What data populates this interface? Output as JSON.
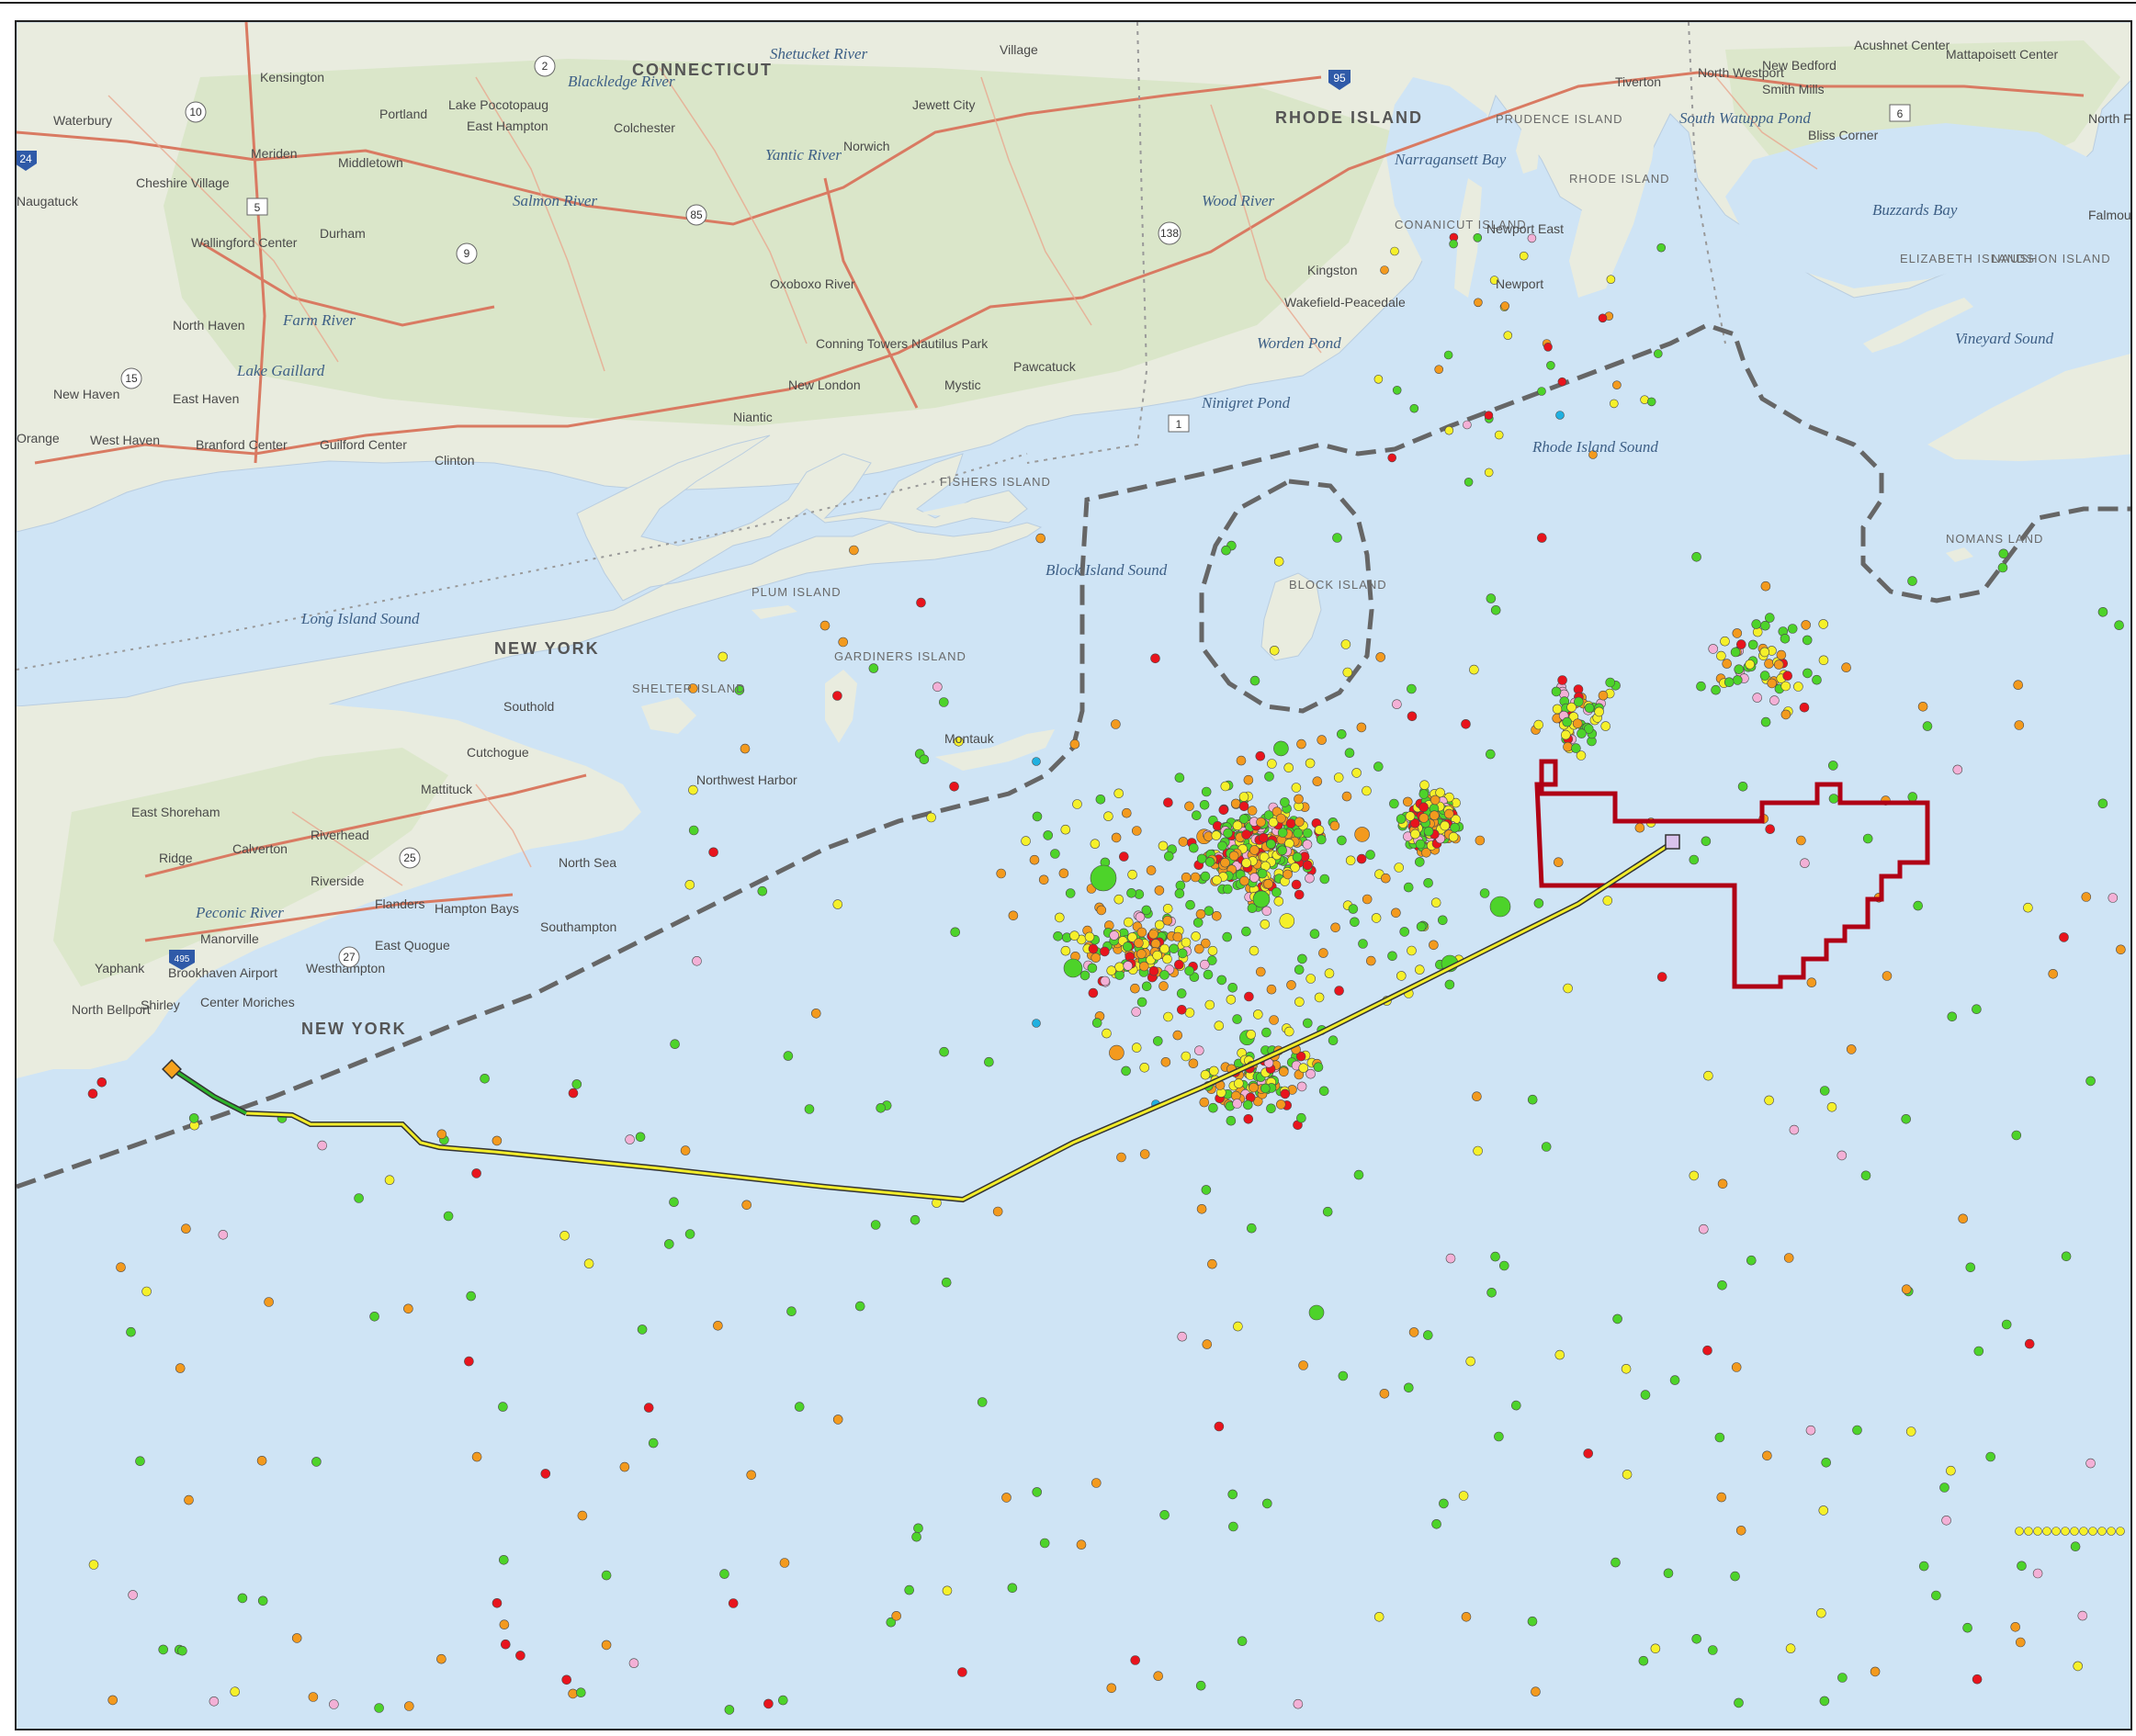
{
  "colors": {
    "water": "#cfe4f5",
    "land": "#e9ecdf",
    "land_green": "#d6e5c3",
    "road": "#d97a62",
    "boundary": "#666666",
    "lease_outline": "#b00015",
    "cable_yellow": "#f2ec2a",
    "cable_green": "#2db32b",
    "point_green": "#4dd32a",
    "point_yellow": "#f5f02a",
    "point_orange": "#f39a1e",
    "point_red": "#e8141d",
    "point_pink": "#f3b0d6",
    "point_cyan": "#20b0e0",
    "landing_marker": "#f6a21e",
    "substation_marker": "#d9c2ec"
  },
  "states": [
    "CONNECTICUT",
    "RHODE ISLAND",
    "NEW YORK",
    "NEW YORK"
  ],
  "water_labels": [
    "Long Island Sound",
    "Block Island Sound",
    "Rhode Island Sound",
    "Buzzards Bay",
    "Vineyard Sound",
    "Narragansett Bay",
    "Worden Pond",
    "Ninigret Pond",
    "Lake Gaillard",
    "South Watuppa Pond"
  ],
  "islands": [
    "FISHERS ISLAND",
    "PLUM ISLAND",
    "GARDINERS ISLAND",
    "SHELTER ISLAND",
    "BLOCK ISLAND",
    "PRUDENCE ISLAND",
    "CONANICUT ISLAND",
    "RHODE ISLAND",
    "ELIZABETH ISLANDS",
    "NAUSHON ISLAND",
    "NOMANS LAND"
  ],
  "towns": [
    "Waterbury",
    "Meriden",
    "Middletown",
    "Portland",
    "Lake Pocotopaug",
    "East Hampton",
    "Colchester",
    "Jewett City",
    "Norwich",
    "Naugatuck",
    "Cheshire Village",
    "Wallingford Center",
    "Durham",
    "Oxoboxo River",
    "North Haven",
    "New Haven",
    "East Haven",
    "West Haven",
    "Orange",
    "Branford Center",
    "Guilford Center",
    "Clinton",
    "Niantic",
    "New London",
    "Conning Towers Nautilus Park",
    "Mystic",
    "Pawcatuck",
    "Kingston",
    "Wakefield-Peacedale",
    "Newport East",
    "Newport",
    "Tiverton",
    "North Westport",
    "New Bedford",
    "Smith Mills",
    "Acushnet Center",
    "Mattapoisett Center",
    "Bliss Corner",
    "Southold",
    "Cutchogue",
    "Mattituck",
    "Northwest Harbor",
    "Montauk",
    "East Shoreham",
    "Riverhead",
    "Calverton",
    "Ridge",
    "North Sea",
    "Riverside",
    "Flanders",
    "Hampton Bays",
    "Southampton",
    "Manorville",
    "East Quogue",
    "Westhampton",
    "Yaphank",
    "Brookhaven Airport",
    "Shirley",
    "Center Moriches",
    "North Bellport",
    "Peconic River",
    "Salmon River",
    "Yantic River",
    "Farm River",
    "Shetucket River",
    "Blackledge River",
    "Wood River",
    "Village",
    "Kensington",
    "Falmouth",
    "North Falmouth"
  ],
  "route_labels": [
    "95",
    "10",
    "5",
    "9",
    "2",
    "85",
    "138",
    "1",
    "15",
    "6",
    "25",
    "27",
    "495",
    "24"
  ],
  "seed": 7
}
